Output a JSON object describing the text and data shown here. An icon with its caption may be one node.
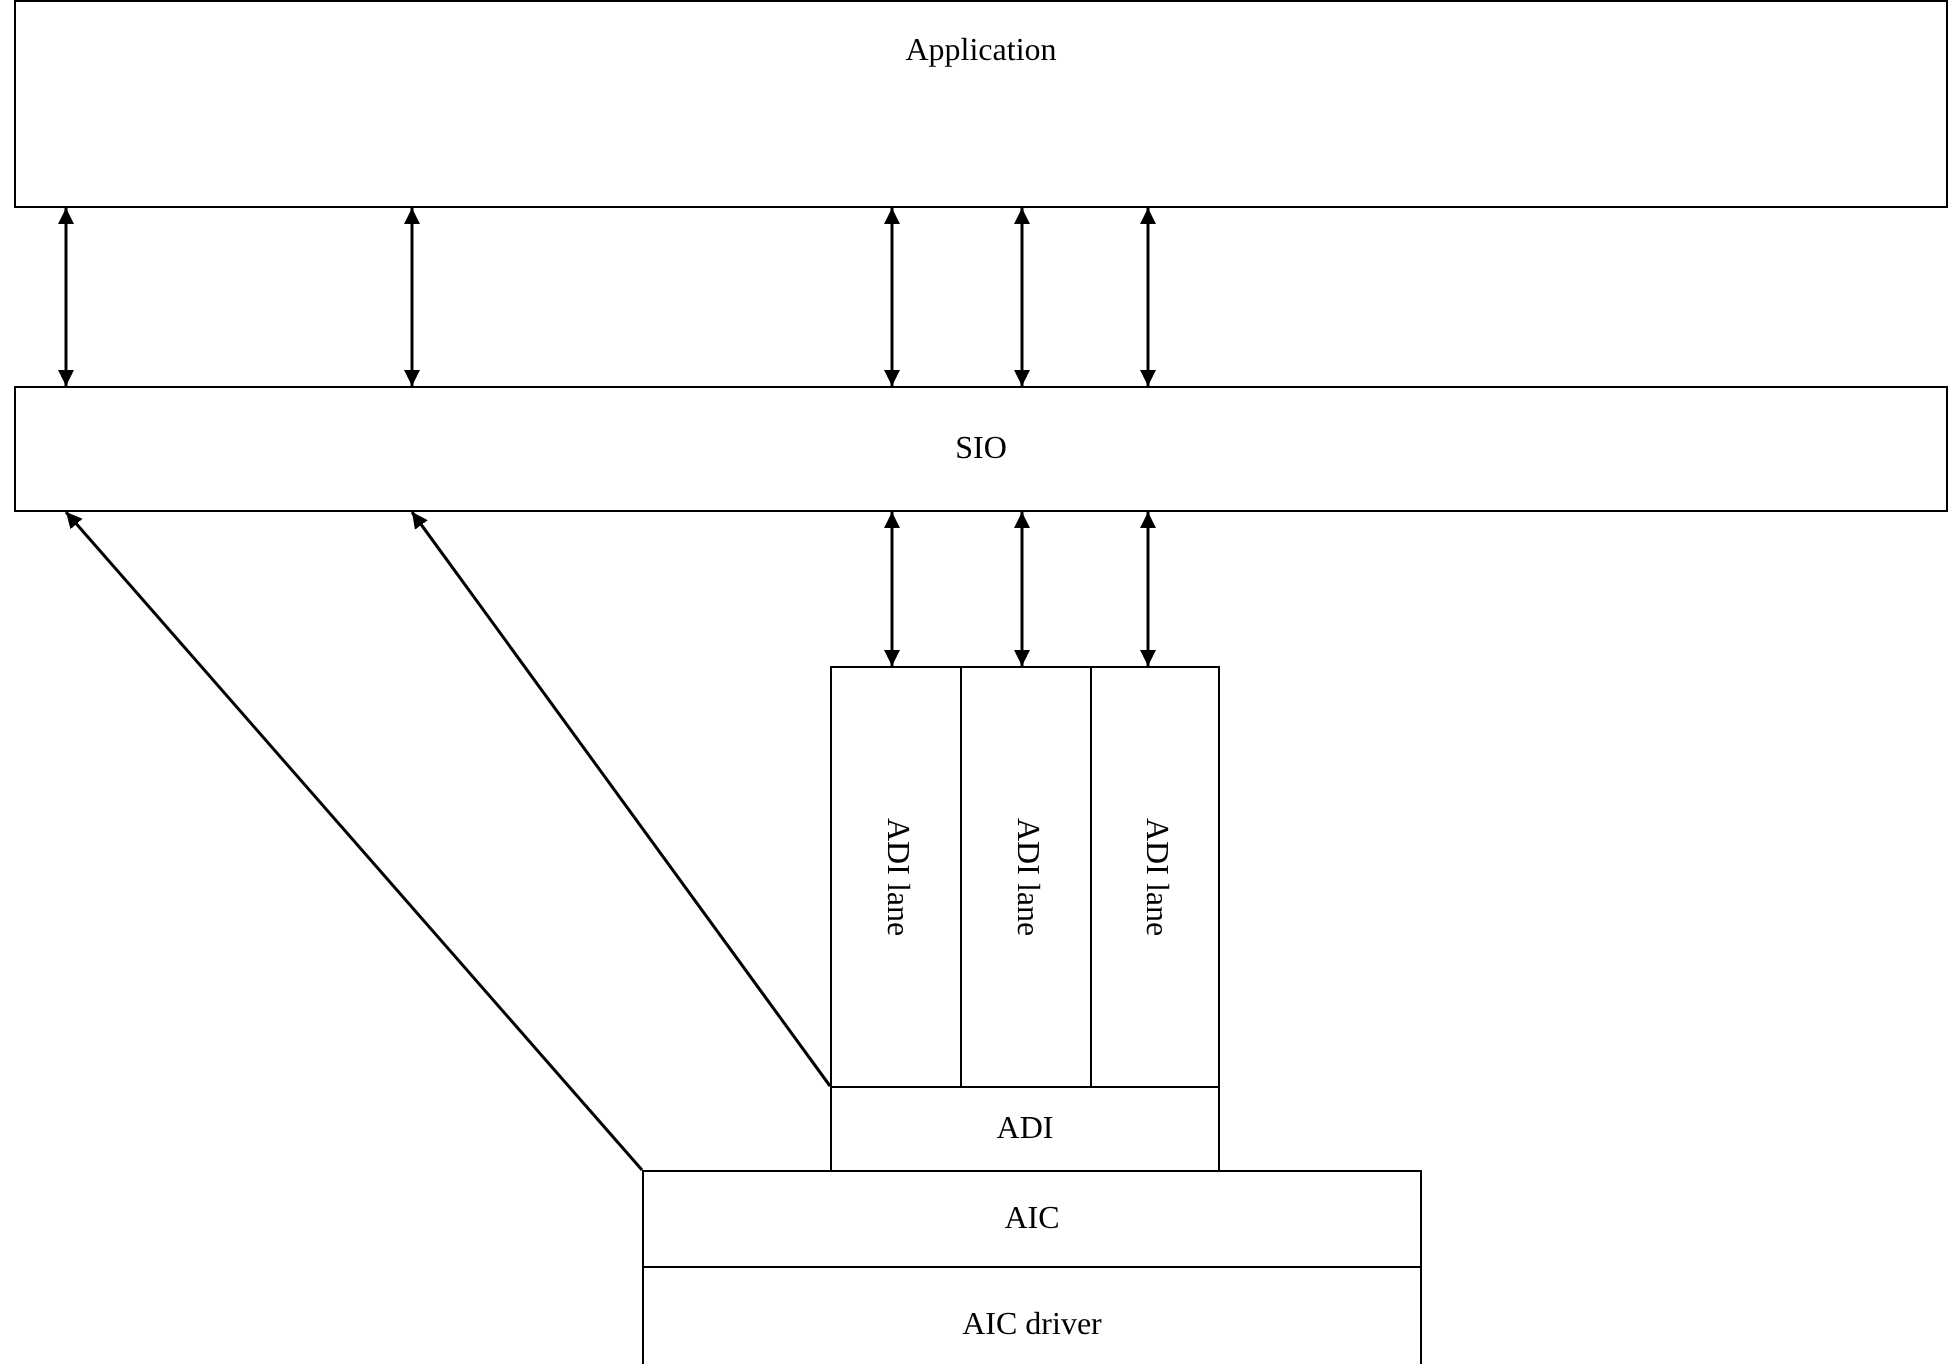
{
  "diagram": {
    "nodes": [
      {
        "text": [
          "Application"
        ]
      },
      {
        "text": [
          "SIO"
        ]
      },
      {
        "text": [
          "ADI lane"
        ]
      },
      {
        "text": [
          "ADI lane"
        ]
      },
      {
        "text": [
          "ADI lane"
        ]
      },
      {
        "text": [
          "ADI"
        ]
      },
      {
        "text": [
          "AIC"
        ]
      },
      {
        "text": [
          "AIC driver"
        ]
      }
    ],
    "edges": [
      {
        "from": 0,
        "to": 1,
        "arrow": "both"
      },
      {
        "from": 0,
        "to": 1,
        "arrow": "both"
      },
      {
        "from": 0,
        "to": 1,
        "arrow": "both"
      },
      {
        "from": 0,
        "to": 1,
        "arrow": "both"
      },
      {
        "from": 0,
        "to": 1,
        "arrow": "both"
      },
      {
        "from": 1,
        "to": 2,
        "arrow": "both"
      },
      {
        "from": 1,
        "to": 3,
        "arrow": "both"
      },
      {
        "from": 1,
        "to": 4,
        "arrow": "both"
      },
      {
        "from": 5,
        "to": 1,
        "arrow": "to"
      },
      {
        "from": 6,
        "to": 1,
        "arrow": "to"
      }
    ]
  }
}
